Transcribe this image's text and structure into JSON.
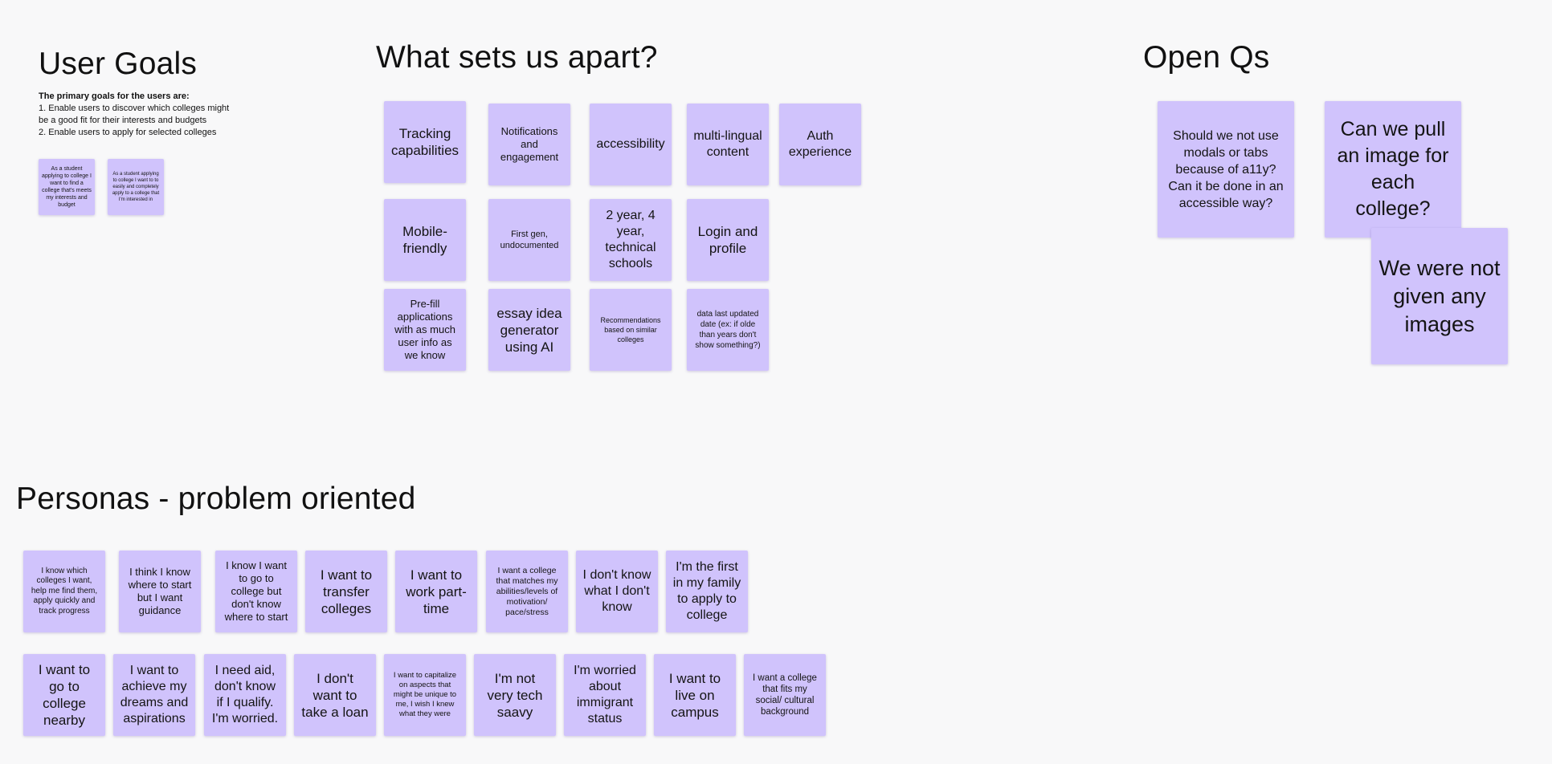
{
  "board": {
    "background": "#f8f8f9",
    "sticky_color": "#d0c3fc"
  },
  "user_goals": {
    "title": "User Goals",
    "heading": "The primary goals for the users are:",
    "goal_1": "1. Enable users to discover which colleges might be a good fit for their interests and budgets",
    "goal_2": "2. Enable users to apply for selected colleges",
    "stickies": [
      "As a student applying to college I want to find a college that's meets my interests and budget",
      "As a student applying to college I want to to easily and completely apply to a college that I'm interested in"
    ]
  },
  "apart": {
    "title": "What sets us apart?",
    "stickies": [
      "Tracking capabilities",
      "Notifications and engagement",
      "accessibility",
      "multi-lingual content",
      "Auth experience",
      "Mobile-friendly",
      "First gen, undocumented",
      "2 year, 4 year, technical schools",
      "Login and profile",
      "Pre-fill applications with as much user info as we know",
      "essay idea generator using AI",
      "Recommendations based on similar colleges",
      "data last updated date (ex: if olde than years don't show something?)"
    ]
  },
  "open_qs": {
    "title": "Open Qs",
    "stickies": [
      "Should we not use modals or tabs because of a11y? Can it be done in an accessible way?",
      "Can we pull an image for each college?",
      "We were not given any images"
    ]
  },
  "personas": {
    "title": "Personas - problem oriented",
    "stickies": [
      "I know which colleges I want, help me find them, apply quickly and track progress",
      "I think I know where to start but I want guidance",
      "I know I want to go to college but don't know where to start",
      "I want to transfer colleges",
      "I want to work part-time",
      "I want a college that matches my abilities/levels of motivation/ pace/stress",
      "I don't know what I don't know",
      "I'm the first in my family to apply to college",
      "I want to go to college nearby",
      "I want to achieve my dreams and aspirations",
      "I need aid, don't know if I qualify. I'm worried.",
      "I don't want to take a loan",
      "I want to capitalize on aspects that might be unique to me, I wish I knew what they were",
      "I'm not very tech saavy",
      "I'm worried about immigrant status",
      "I want to live on campus",
      "I want a college that fits my social/ cultural background"
    ]
  }
}
